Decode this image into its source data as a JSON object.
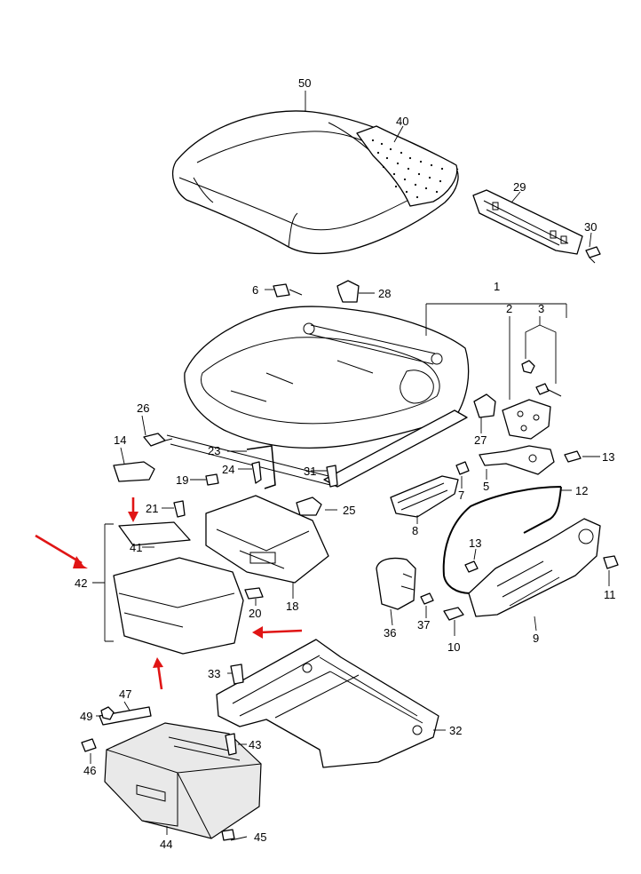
{
  "diagram": {
    "callouts": {
      "c1": "1",
      "c2": "2",
      "c3": "3",
      "c5": "5",
      "c6": "6",
      "c7": "7",
      "c8": "8",
      "c9": "9",
      "c10": "10",
      "c11": "11",
      "c12": "12",
      "c13a": "13",
      "c13b": "13",
      "c14": "14",
      "c18": "18",
      "c19": "19",
      "c20": "20",
      "c21": "21",
      "c23": "23",
      "c24": "24",
      "c25": "25",
      "c26": "26",
      "c27": "27",
      "c28": "28",
      "c29": "29",
      "c30": "30",
      "c31": "31",
      "c32": "32",
      "c33": "33",
      "c36": "36",
      "c37": "37",
      "c40": "40",
      "c41": "41",
      "c42": "42",
      "c43": "43",
      "c44": "44",
      "c45": "45",
      "c46": "46",
      "c47": "47",
      "c49": "49",
      "c50": "50"
    },
    "colors": {
      "line": "#000000",
      "highlight_arrow": "#e01515",
      "background": "#ffffff"
    }
  }
}
